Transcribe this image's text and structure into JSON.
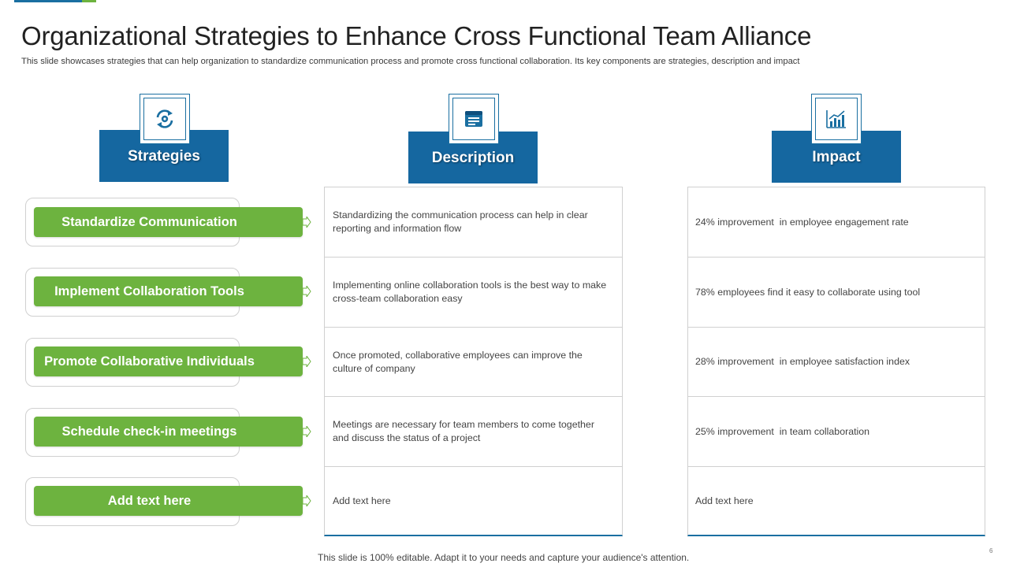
{
  "slide": {
    "title": "Organizational Strategies to Enhance Cross Functional Team Alliance",
    "subtitle": "This slide showcases strategies that can help organization to standardize communication process and promote cross functional collaboration. Its key components are strategies, description and impact",
    "footer": "This slide is 100% editable. Adapt it to your needs and capture your audience's attention.",
    "page_number": "6"
  },
  "columns": {
    "strategies": {
      "label": "Strategies",
      "icon": "refresh-gear-icon"
    },
    "description": {
      "label": "Description",
      "icon": "document-window-icon"
    },
    "impact": {
      "label": "Impact",
      "icon": "bar-chart-icon"
    }
  },
  "rows": [
    {
      "strategy": "Standardize Communication",
      "description": "Standardizing the communication process can help in clear reporting and information flow",
      "impact": "24% improvement  in employee engagement rate"
    },
    {
      "strategy": "Implement Collaboration Tools",
      "description": "Implementing online collaboration tools is the best way to make cross-team collaboration easy",
      "impact": "78% employees find it easy to collaborate using tool"
    },
    {
      "strategy": "Promote Collaborative Individuals",
      "description": "Once promoted, collaborative employees can improve the culture of company",
      "impact": "28% improvement  in employee satisfaction index"
    },
    {
      "strategy": "Schedule check-in meetings",
      "description": "Meetings are necessary for team members to come together and discuss the status of a project",
      "impact": "25% improvement  in team collaboration"
    },
    {
      "strategy": "Add text here",
      "description": "Add text here",
      "impact": "Add text here"
    }
  ],
  "colors": {
    "blue": "#1567a0",
    "green": "#6db33f",
    "border": "#d0d0d0"
  }
}
